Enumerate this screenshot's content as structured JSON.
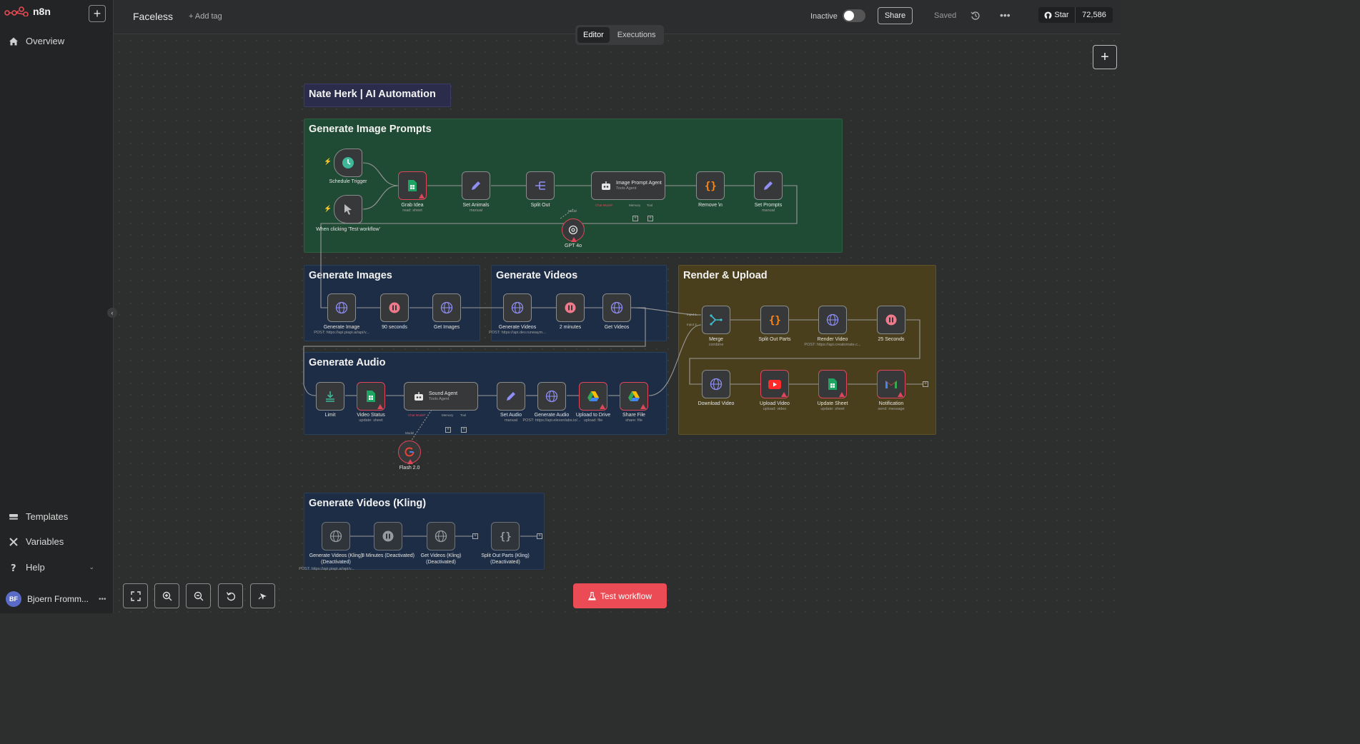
{
  "app": {
    "name": "n8n",
    "new_button": "+"
  },
  "sidebar": {
    "overview": "Overview",
    "templates": "Templates",
    "variables": "Variables",
    "help": "Help",
    "user_initials": "BF",
    "user_name": "Bjoern Fromm...",
    "user_menu": "•••"
  },
  "topbar": {
    "workflow_name": "Faceless",
    "add_tag": "+ Add tag",
    "status": "Inactive",
    "share": "Share",
    "saved": "Saved",
    "more": "•••",
    "github_star": "Star",
    "github_count": "72,586"
  },
  "tabs": [
    {
      "label": "Editor",
      "active": true
    },
    {
      "label": "Executions",
      "active": false
    }
  ],
  "canvas_add": "+",
  "test_workflow": "Test workflow",
  "colors": {
    "accent": "#ea4b54",
    "green_sticky": "#1f4a33",
    "blue_sticky": "#1c2d45",
    "yellow_sticky": "#4a3f1c",
    "purple_sticky": "#2b2b4c"
  },
  "stickies": [
    {
      "id": "s0",
      "title": "Nate Herk | AI Automation"
    },
    {
      "id": "s1",
      "title": "Generate Image Prompts"
    },
    {
      "id": "s2",
      "title": "Generate Images"
    },
    {
      "id": "s3",
      "title": "Generate Videos"
    },
    {
      "id": "s4",
      "title": "Render & Upload"
    },
    {
      "id": "s5",
      "title": "Generate Audio"
    },
    {
      "id": "s6",
      "title": "Generate Videos (Kling)"
    }
  ],
  "nodes": [
    {
      "label": "Schedule Trigger",
      "sub": "",
      "icon": "clock-icon"
    },
    {
      "label": "When clicking 'Test workflow'",
      "sub": "",
      "icon": "cursor-icon"
    },
    {
      "label": "Grab Idea",
      "sub": "read: sheet",
      "icon": "sheets-icon"
    },
    {
      "label": "Set Animals",
      "sub": "manual",
      "icon": "pencil-icon"
    },
    {
      "label": "Split Out",
      "sub": "",
      "icon": "split-icon"
    },
    {
      "label": "Image Prompt Agent",
      "sub": "Tools Agent",
      "icon": "robot-icon"
    },
    {
      "label": "Remove \\n",
      "sub": "",
      "icon": "code-icon"
    },
    {
      "label": "Set Prompts",
      "sub": "manual",
      "icon": "pencil-icon"
    },
    {
      "label": "GPT 4o",
      "sub": "",
      "icon": "openai-icon"
    },
    {
      "label": "Generate Image",
      "sub": "POST: https://api.piapi.ai/api/v...",
      "icon": "globe-icon"
    },
    {
      "label": "90 seconds",
      "sub": "",
      "icon": "pause-icon"
    },
    {
      "label": "Get Images",
      "sub": "",
      "icon": "globe-icon"
    },
    {
      "label": "Generate Videos",
      "sub": "POST: https://api.dev.runwaym...",
      "icon": "globe-icon"
    },
    {
      "label": "2 minutes",
      "sub": "",
      "icon": "pause-icon"
    },
    {
      "label": "Get Videos",
      "sub": "",
      "icon": "globe-icon"
    },
    {
      "label": "Merge",
      "sub": "combine",
      "icon": "merge-icon"
    },
    {
      "label": "Split Out Parts",
      "sub": "",
      "icon": "code-icon"
    },
    {
      "label": "Render Video",
      "sub": "POST: https://api.creatomate.c...",
      "icon": "globe-icon"
    },
    {
      "label": "25 Seconds",
      "sub": "",
      "icon": "pause-icon"
    },
    {
      "label": "Download Video",
      "sub": "",
      "icon": "globe-icon"
    },
    {
      "label": "Upload Video",
      "sub": "upload: video",
      "icon": "youtube-icon"
    },
    {
      "label": "Update Sheet",
      "sub": "update: sheet",
      "icon": "sheets-icon"
    },
    {
      "label": "Notification",
      "sub": "send: message",
      "icon": "gmail-icon"
    },
    {
      "label": "Limit",
      "sub": "",
      "icon": "limit-icon"
    },
    {
      "label": "Video Status",
      "sub": "update: sheet",
      "icon": "sheets-icon"
    },
    {
      "label": "Sound Agent",
      "sub": "Tools Agent",
      "icon": "robot-icon"
    },
    {
      "label": "Set Audio",
      "sub": "manual",
      "icon": "pencil-icon"
    },
    {
      "label": "Generate Audio",
      "sub": "POST: https://api.elevenlabs.io/...",
      "icon": "globe-icon"
    },
    {
      "label": "Upload to Drive",
      "sub": "upload: file",
      "icon": "drive-icon"
    },
    {
      "label": "Share File",
      "sub": "share: file",
      "icon": "drive-icon"
    },
    {
      "label": "Flash 2.0",
      "sub": "",
      "icon": "google-icon"
    },
    {
      "label": "Generate Videos (Kling) (Deactivated)",
      "sub": "POST: https://api.piapi.ai/api/v...",
      "icon": "globe-icon"
    },
    {
      "label": "8 Minutes (Deactivated)",
      "sub": "",
      "icon": "pause-icon"
    },
    {
      "label": "Get Videos (Kling) (Deactivated)",
      "sub": "",
      "icon": "globe-icon"
    },
    {
      "label": "Split Out Parts (Kling) (Deactivated)",
      "sub": "",
      "icon": "code-icon"
    }
  ],
  "port_labels": {
    "model": "Model",
    "chat_model": "Chat Model*",
    "memory": "Memory",
    "tool": "Tool",
    "input1": "Input 1",
    "input2": "Input 2"
  }
}
